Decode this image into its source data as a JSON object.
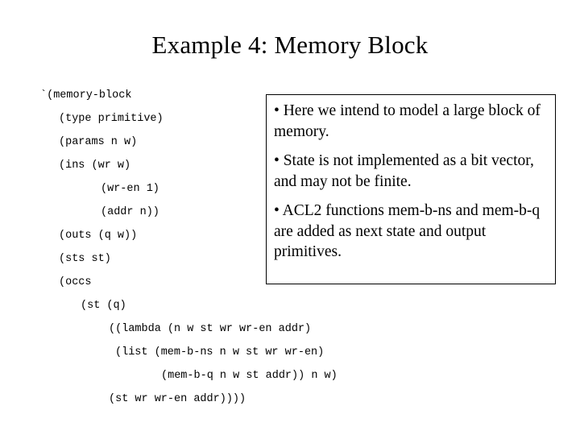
{
  "slide": {
    "title": "Example 4: Memory Block",
    "background_color": "#ffffff",
    "text_color": "#000000"
  },
  "code": {
    "lines": [
      {
        "indent": 0,
        "text": "`(memory-block"
      },
      {
        "indent": 23,
        "text": "(type primitive)"
      },
      {
        "indent": 23,
        "text": "(params n w)"
      },
      {
        "indent": 23,
        "text": "(ins (wr w)"
      },
      {
        "indent": 75,
        "text": "(wr-en 1)"
      },
      {
        "indent": 75,
        "text": "(addr n))"
      },
      {
        "indent": 23,
        "text": "(outs (q w))"
      },
      {
        "indent": 23,
        "text": "(sts st)"
      },
      {
        "indent": 23,
        "text": "(occs"
      },
      {
        "indent": 50,
        "text": "(st (q)"
      },
      {
        "indent": 85,
        "text": "((lambda (n w st wr wr-en addr)"
      },
      {
        "indent": 93,
        "text": "(list (mem-b-ns n w st wr wr-en)"
      },
      {
        "indent": 150,
        "text": "(mem-b-q n w st addr)) n w)"
      },
      {
        "indent": 85,
        "text": "(st wr wr-en addr))))"
      }
    ]
  },
  "notes_box": {
    "border_color": "#000000",
    "bullets": [
      "• Here we intend to model a large block of memory.",
      "• State is not implemented as a bit vector, and may not be finite.",
      "•  ACL2 functions mem-b-ns and mem-b-q are added as next state and output primitives."
    ]
  }
}
